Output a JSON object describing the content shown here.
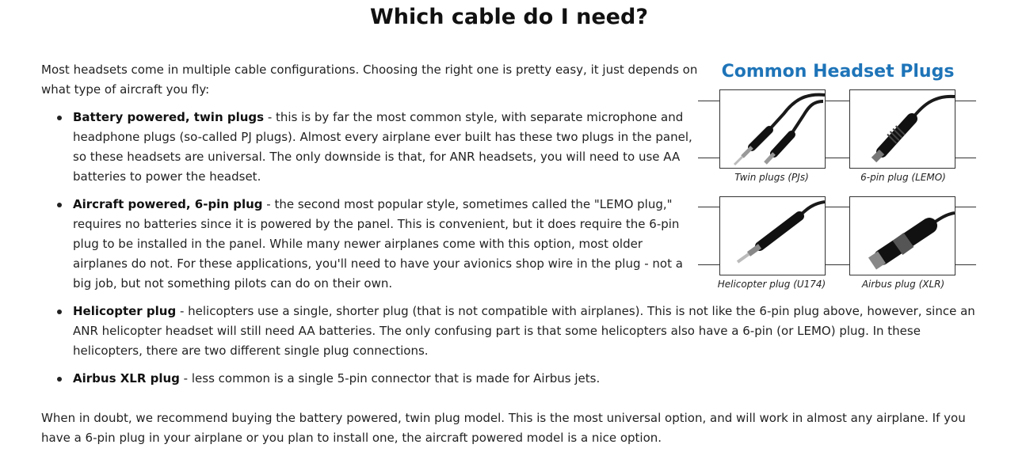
{
  "page": {
    "title": "Which cable do I need?"
  },
  "intro": {
    "text": "Most headsets come in multiple cable configurations. Choosing the right one is pretty easy, it just depends on what type of aircraft you fly:"
  },
  "items": [
    {
      "heading": "Battery powered, twin plugs",
      "body": " - this is by far the most common style, with separate microphone and headphone plugs (so-called PJ plugs). Almost every airplane ever built has these two plugs in the panel, so these headsets are universal. The only downside is that, for ANR headsets, you will need to use AA batteries to power the headset."
    },
    {
      "heading": "Aircraft powered, 6-pin plug",
      "body": " - the second most popular style, sometimes called the \"LEMO plug,\" requires no batteries since it is powered by the panel. This is convenient, but it does require the 6-pin plug to be installed in the panel. While many newer airplanes come with this option, most older airplanes do not. For these applications, you'll need to have your avionics shop wire in the plug - not a big job, but not something pilots can do on their own."
    },
    {
      "heading": "Helicopter plug",
      "body": " - helicopters use a single, shorter plug (that is not compatible with airplanes). This is not like the 6-pin plug above, however, since an ANR helicopter headset will still need AA batteries. The only confusing part is that some helicopters also have a 6-pin (or LEMO) plug. In these helicopters, there are two different single plug connections."
    },
    {
      "heading": "Airbus XLR plug",
      "body": " - less common is a single 5-pin connector that is made for Airbus jets."
    }
  ],
  "outro": {
    "text": "When in doubt, we recommend buying the battery powered, twin plug model. This is the most universal option, and will work in almost any airplane. If you have a 6-pin plug in your airplane or you plan to install one, the aircraft powered model is a nice option."
  },
  "figure": {
    "title": "Common Headset Plugs",
    "title_color": "#1e74b8",
    "plugs": [
      {
        "caption": "Twin plugs (PJs)",
        "icon": "twin-plug-icon"
      },
      {
        "caption": "6-pin plug (LEMO)",
        "icon": "lemo-plug-icon"
      },
      {
        "caption": "Helicopter plug (U174)",
        "icon": "helicopter-plug-icon"
      },
      {
        "caption": "Airbus plug (XLR)",
        "icon": "xlr-plug-icon"
      }
    ]
  }
}
